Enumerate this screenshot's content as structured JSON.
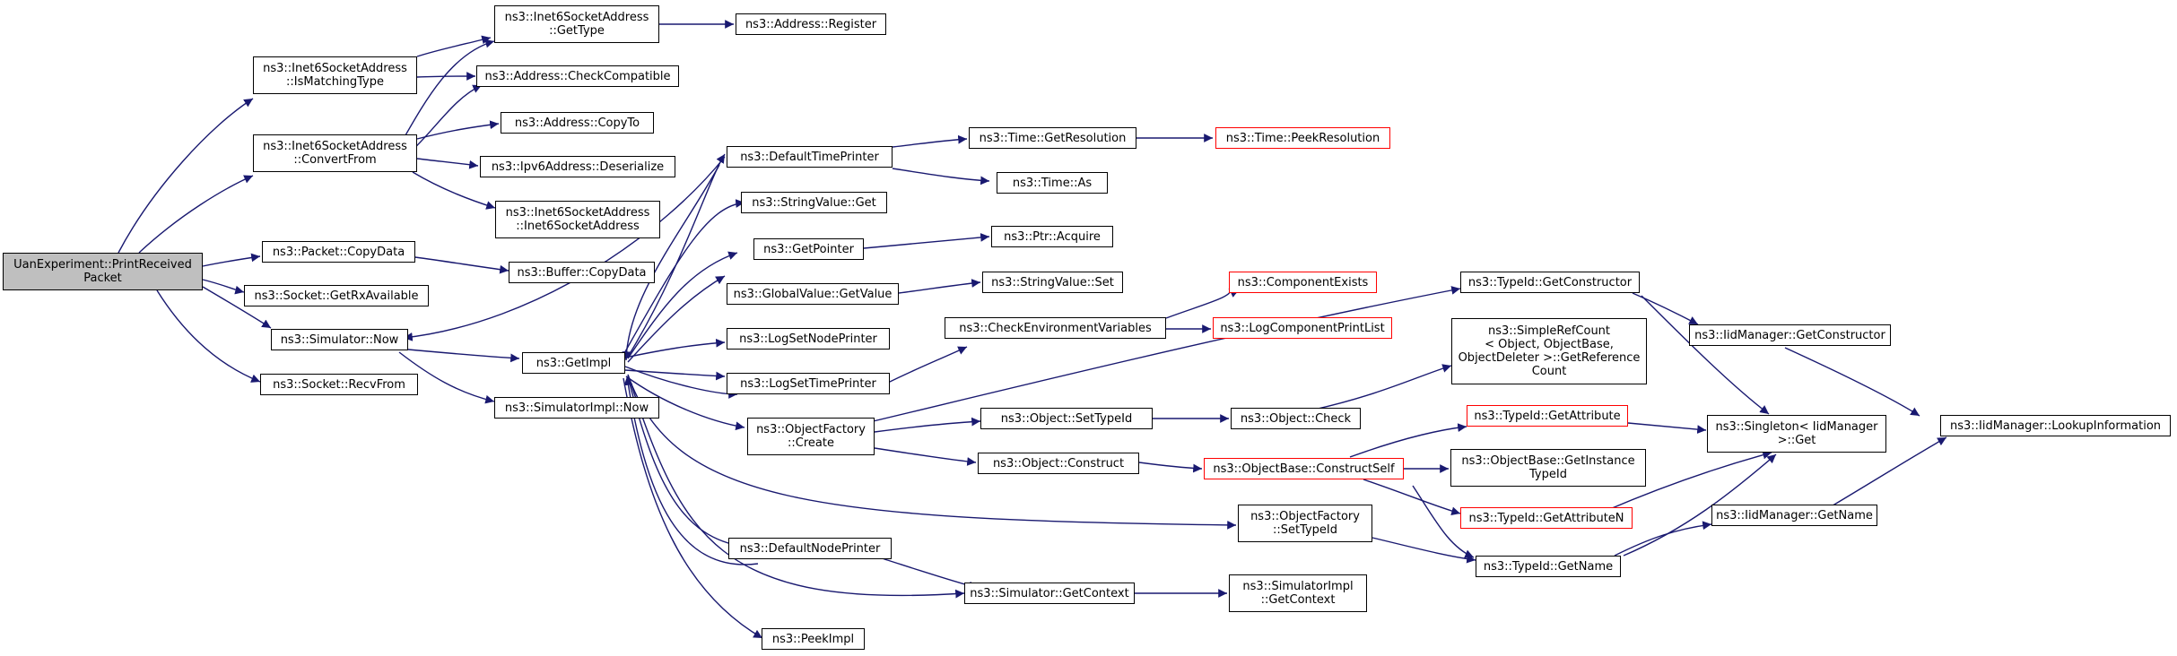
{
  "colors": {
    "edge": "#191970",
    "root_fill": "#bfbfbf",
    "node_border": "#000000",
    "truncated_border": "#ff0000"
  },
  "nodes": {
    "root": "UanExperiment::PrintReceived\nPacket",
    "isMatchingType": "ns3::Inet6SocketAddress\n::IsMatchingType",
    "convertFrom": "ns3::Inet6SocketAddress\n::ConvertFrom",
    "packetCopyData": "ns3::Packet::CopyData",
    "getRxAvailable": "ns3::Socket::GetRxAvailable",
    "simulatorNow": "ns3::Simulator::Now",
    "recvFrom": "ns3::Socket::RecvFrom",
    "getType": "ns3::Inet6SocketAddress\n::GetType",
    "checkCompatible": "ns3::Address::CheckCompatible",
    "addressCopyTo": "ns3::Address::CopyTo",
    "ipv6Deserialize": "ns3::Ipv6Address::Deserialize",
    "inet6Ctor": "ns3::Inet6SocketAddress\n::Inet6SocketAddress",
    "bufferCopyData": "ns3::Buffer::CopyData",
    "getImpl": "ns3::GetImpl",
    "simImplNow": "ns3::SimulatorImpl::Now",
    "addressRegister": "ns3::Address::Register",
    "defaultTimePrinter": "ns3::DefaultTimePrinter",
    "stringValueGet": "ns3::StringValue::Get",
    "getPointer": "ns3::GetPointer",
    "globalValueGetValue": "ns3::GlobalValue::GetValue",
    "logSetNodePrinter": "ns3::LogSetNodePrinter",
    "logSetTimePrinter": "ns3::LogSetTimePrinter",
    "objectFactoryCreate": "ns3::ObjectFactory\n::Create",
    "defaultNodePrinter": "ns3::DefaultNodePrinter",
    "peekImpl": "ns3::PeekImpl",
    "timeGetResolution": "ns3::Time::GetResolution",
    "timeAs": "ns3::Time::As",
    "ptrAcquire": "ns3::Ptr::Acquire",
    "stringValueSet": "ns3::StringValue::Set",
    "checkEnvVars": "ns3::CheckEnvironmentVariables",
    "objectSetTypeId": "ns3::Object::SetTypeId",
    "objectConstruct": "ns3::Object::Construct",
    "objectFactorySetTypeId": "ns3::ObjectFactory\n::SetTypeId",
    "simulatorGetContext": "ns3::Simulator::GetContext",
    "timePeekResolution": "ns3::Time::PeekResolution",
    "componentExists": "ns3::ComponentExists",
    "logComponentPrintList": "ns3::LogComponentPrintList",
    "objectCheck": "ns3::Object::Check",
    "constructSelf": "ns3::ObjectBase::ConstructSelf",
    "simImplGetContext": "ns3::SimulatorImpl\n::GetContext",
    "typeIdGetConstructor": "ns3::TypeId::GetConstructor",
    "simpleRefCount": "ns3::SimpleRefCount\n< Object, ObjectBase,\nObjectDeleter >::GetReference\nCount",
    "typeIdGetAttribute": "ns3::TypeId::GetAttribute",
    "getInstanceTypeId": "ns3::ObjectBase::GetInstance\nTypeId",
    "typeIdGetAttributeN": "ns3::TypeId::GetAttributeN",
    "typeIdGetName": "ns3::TypeId::GetName",
    "iidGetConstructor": "ns3::IidManager::GetConstructor",
    "singletonGet": "ns3::Singleton< IidManager\n>::Get",
    "iidGetName": "ns3::IidManager::GetName",
    "iidLookupInformation": "ns3::IidManager::LookupInformation"
  }
}
